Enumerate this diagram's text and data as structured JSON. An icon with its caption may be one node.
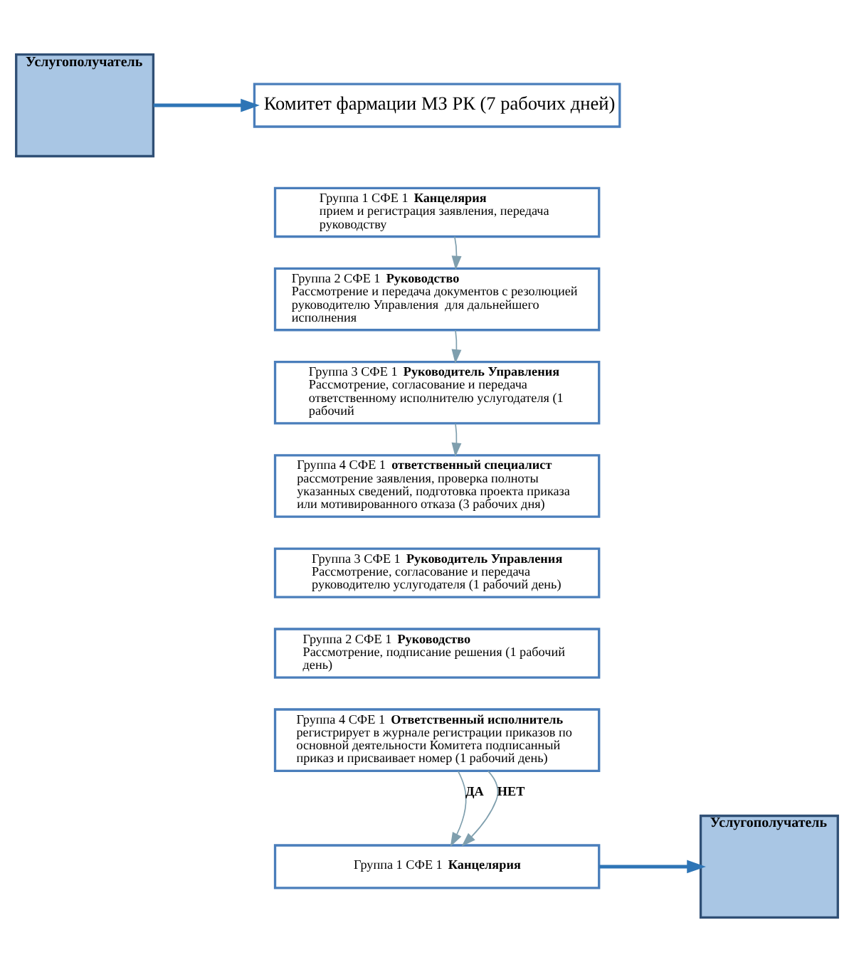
{
  "diagram": {
    "nodes": [
      {
        "text": [
          "Услугополучатель"
        ]
      },
      {
        "text": [
          "Комитет фармации МЗ РК (7 рабочих дней)"
        ]
      },
      {
        "text": [
          "Группа 1 СФЕ 1 **Канцелярия**",
          "прием и регистрация заявления, передача руководству"
        ]
      },
      {
        "text": [
          "Группа 2 СФЕ 1 **Руководство**",
          "Рассмотрение и передача документов с резолюцией руководителю Управления  для дальнейшего исполнения"
        ]
      },
      {
        "text": [
          "Группа 3 СФЕ 1 **Руководитель Управления**",
          "Рассмотрение, согласование и передача ответственному исполнителю услугодателя (1 рабочий"
        ]
      },
      {
        "text": [
          "Группа 4 СФЕ 1 **ответственный специалист**",
          "рассмотрение заявления, проверка полноты указанных сведений, подготовка проекта приказа или мотивированного отказа (3 рабочих дня)"
        ]
      },
      {
        "text": [
          "Группа 3 СФЕ 1 **Руководитель Управления**",
          "Рассмотрение, согласование и передача руководителю услугодателя (1 рабочий день)"
        ]
      },
      {
        "text": [
          "Группа 2 СФЕ 1 **Руководство**",
          "Рассмотрение, подписание решения (1 рабочий день)"
        ]
      },
      {
        "text": [
          "Группа 4 СФЕ 1 **Ответственный исполнитель**",
          "регистрирует в журнале регистрации приказов по основной деятельности Комитета подписанный приказ и присваивает номер (1 рабочий день)"
        ]
      },
      {
        "text": [
          "Группа 1 СФЕ 1 **Канцелярия**"
        ]
      },
      {
        "text": [
          "Услугополучатель"
        ]
      }
    ],
    "edges": [
      {
        "from": 0,
        "to": 1,
        "arrow": "to",
        "style": "thick",
        "color": "#2e75b6"
      },
      {
        "from": 2,
        "to": 3,
        "arrow": "to"
      },
      {
        "from": 3,
        "to": 4,
        "arrow": "to"
      },
      {
        "from": 4,
        "to": 5,
        "arrow": "to"
      },
      {
        "from": 8,
        "to": 9,
        "arrow": "to",
        "label": "ДА"
      },
      {
        "from": 8,
        "to": 9,
        "arrow": "to",
        "label": "НЕТ"
      },
      {
        "from": 9,
        "to": 10,
        "arrow": "to",
        "style": "thick",
        "color": "#2e75b6"
      }
    ]
  }
}
